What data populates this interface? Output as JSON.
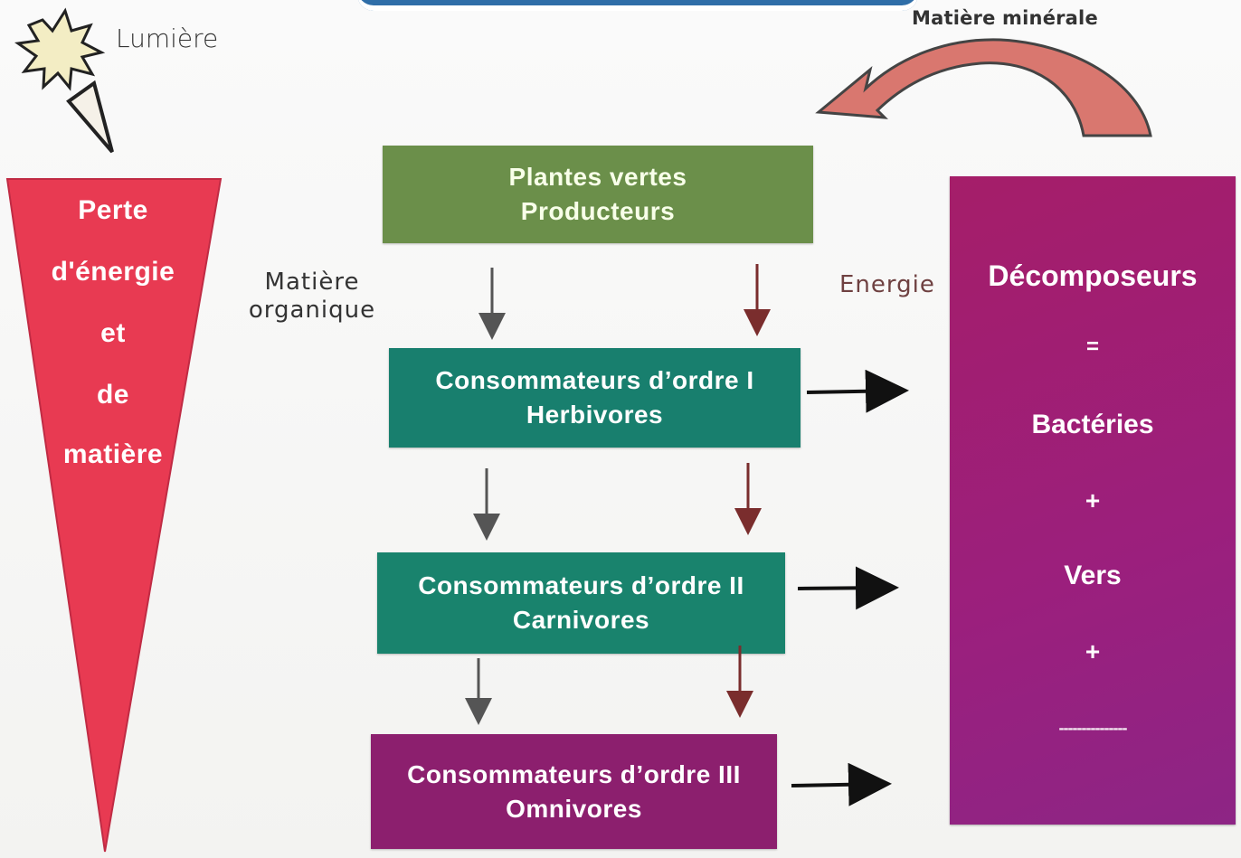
{
  "labels": {
    "lumiere": "Lumière",
    "matiere_minerale": "Matière minérale",
    "matiere_organique": "Matière organique",
    "energie": "Energie"
  },
  "funnel": {
    "lines": [
      "Perte",
      "d'énergie",
      "et",
      "de",
      "matière"
    ]
  },
  "levels": [
    {
      "title": "Plantes vertes",
      "subtitle": "Producteurs"
    },
    {
      "title": "Consommateurs d’ordre I",
      "subtitle": "Herbivores"
    },
    {
      "title": "Consommateurs d’ordre II",
      "subtitle": "Carnivores"
    },
    {
      "title": "Consommateurs d’ordre III",
      "subtitle": "Omnivores"
    }
  ],
  "decomposers": {
    "title": "Décomposeurs",
    "equals": "=",
    "item1": "Bactéries",
    "plus1": "+",
    "item2": "Vers",
    "plus2": "+",
    "dots": "---------------"
  }
}
